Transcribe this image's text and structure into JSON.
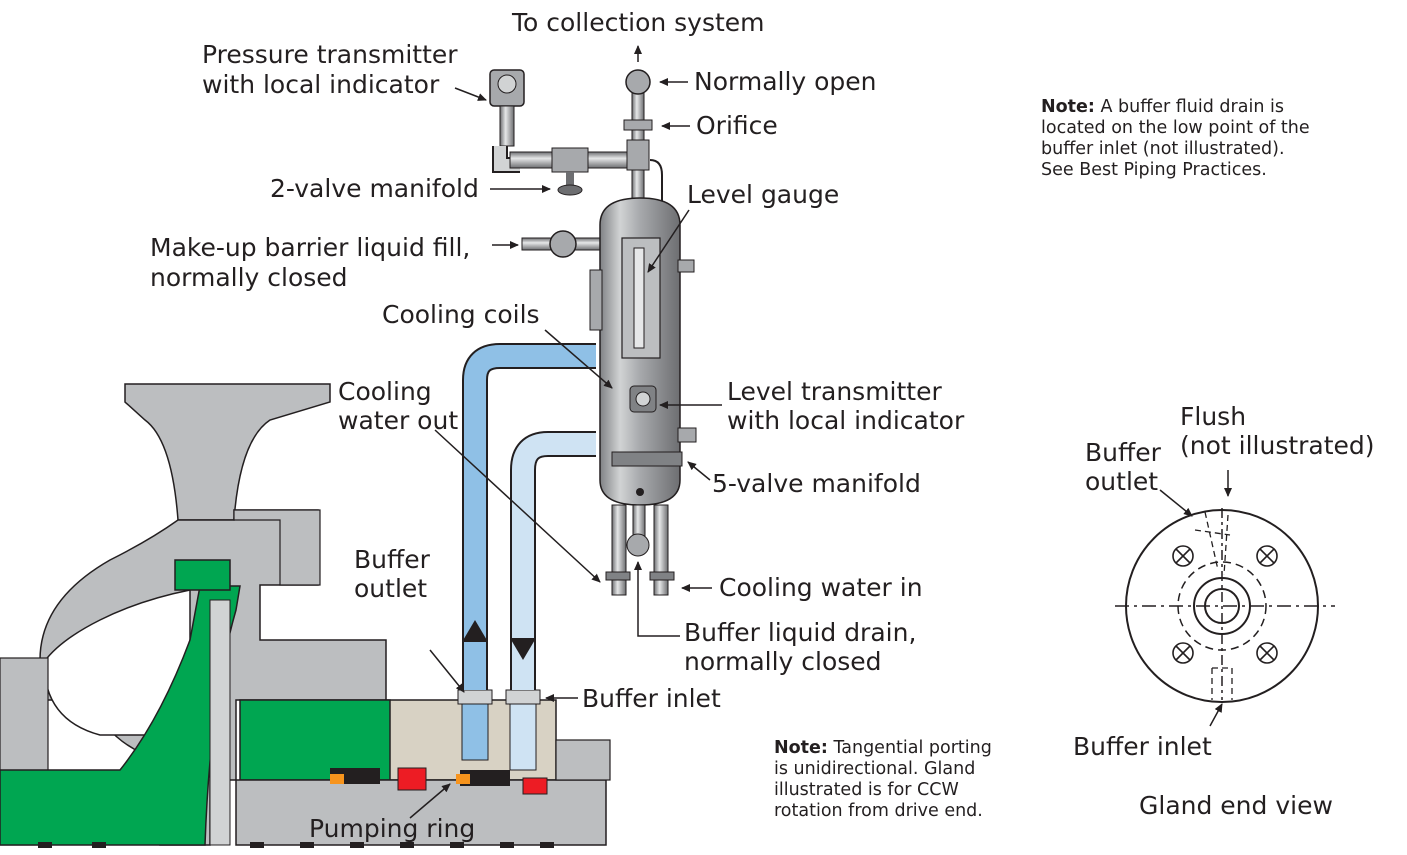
{
  "labels": {
    "to_collection": "To collection system",
    "pressure_transmitter": [
      "Pressure transmitter",
      "with local indicator"
    ],
    "normally_open": "Normally open",
    "orifice": "Orifice",
    "two_valve_manifold": "2-valve manifold",
    "level_gauge": "Level gauge",
    "makeup_fill": [
      "Make-up barrier liquid fill,",
      "normally closed"
    ],
    "cooling_coils": "Cooling coils",
    "cooling_water_out": [
      "Cooling",
      "water out"
    ],
    "level_transmitter": [
      "Level transmitter",
      "with local indicator"
    ],
    "five_valve_manifold": "5-valve manifold",
    "cooling_water_in": "Cooling water in",
    "buffer_liquid_drain": [
      "Buffer liquid drain,",
      "normally closed"
    ],
    "buffer_outlet": [
      "Buffer",
      "outlet"
    ],
    "buffer_inlet": "Buffer inlet",
    "pumping_ring": "Pumping ring"
  },
  "note_top": {
    "bold": "Note:",
    "lines": [
      " A buffer fluid drain is",
      "located on the low point of the",
      "buffer inlet (not illustrated).",
      "See Best Piping Practices."
    ]
  },
  "note_bottom": {
    "bold": "Note:",
    "lines": [
      " Tangential porting",
      "is unidirectional. Gland",
      "illustrated is for CCW",
      "rotation from drive end."
    ]
  },
  "gland_view": {
    "flush": [
      "Flush",
      "(not illustrated)"
    ],
    "buffer_outlet": [
      "Buffer",
      "outlet"
    ],
    "buffer_inlet": "Buffer inlet",
    "title": "Gland end view"
  },
  "colors": {
    "seal_green": "#00a651",
    "pump_gray": "#bcbec0",
    "cooling_blue": "#8fc0e6",
    "vessel_gray": "#a7a9ac",
    "seal_red": "#ed1c24",
    "seal_orange": "#f7941d",
    "line": "#231f20"
  }
}
